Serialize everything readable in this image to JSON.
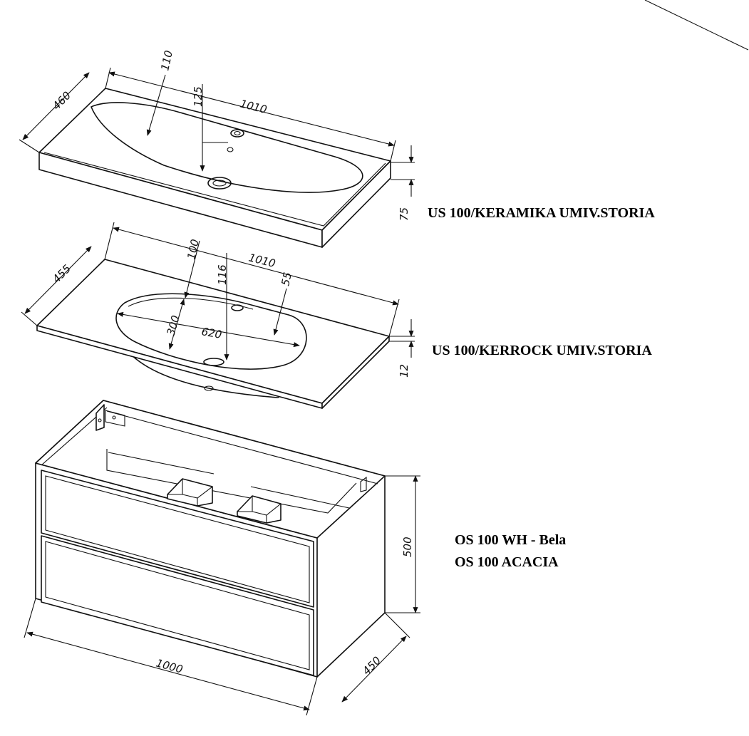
{
  "products": [
    {
      "id": "washbasin-ceramic",
      "label": "US 100/KERAMIKA UMIV.STORIA"
    },
    {
      "id": "washbasin-kerrock",
      "label": "US 100/KERROCK UMIV.STORIA"
    },
    {
      "id": "cabinet",
      "label_1": "OS 100 WH - Bela",
      "label_2": "OS 100 ACACIA"
    }
  ],
  "dimensions": {
    "ceramic": {
      "width": "1010",
      "depth": "460",
      "height": "75",
      "tap_offset": "110",
      "hole_offset": "125"
    },
    "kerrock": {
      "width": "1010",
      "depth": "455",
      "thickness": "12",
      "offset_a": "100",
      "offset_b": "116",
      "offset_c": "55",
      "bowl_width": "620",
      "bowl_depth": "300"
    },
    "cabinet": {
      "width": "1000",
      "depth": "450",
      "height": "500"
    }
  }
}
